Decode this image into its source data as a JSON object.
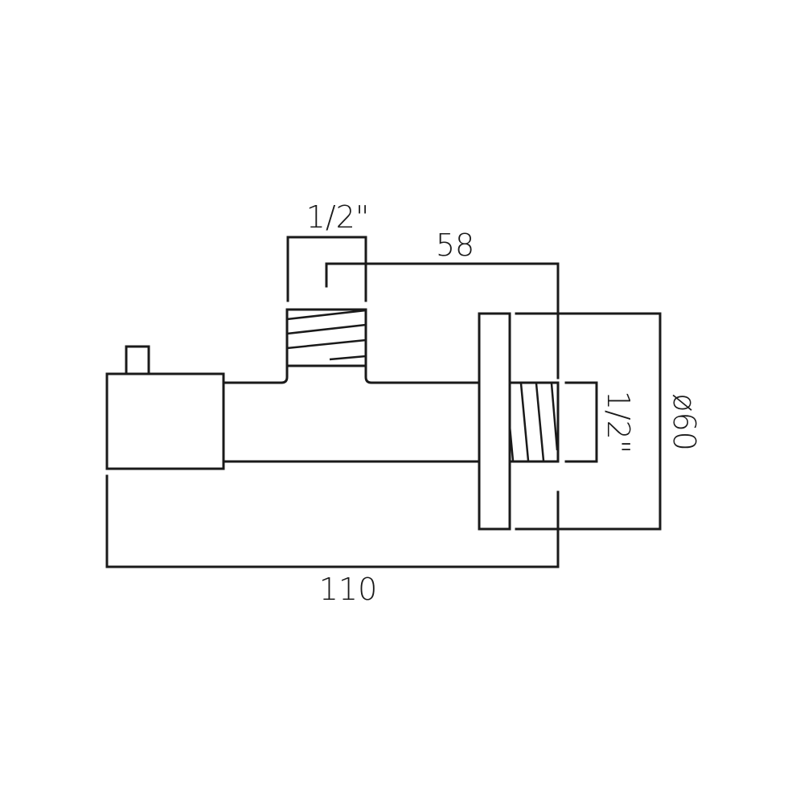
{
  "drawing": {
    "title": "Angle valve technical drawing",
    "line_color": "#1a1a1a",
    "background": "#ffffff",
    "dimensions": {
      "top_inlet_thread": "1/2\"",
      "outlet_reach": "58",
      "outlet_thread": "1/2\"",
      "flange_diameter": "ø60",
      "overall_length": "110"
    }
  }
}
